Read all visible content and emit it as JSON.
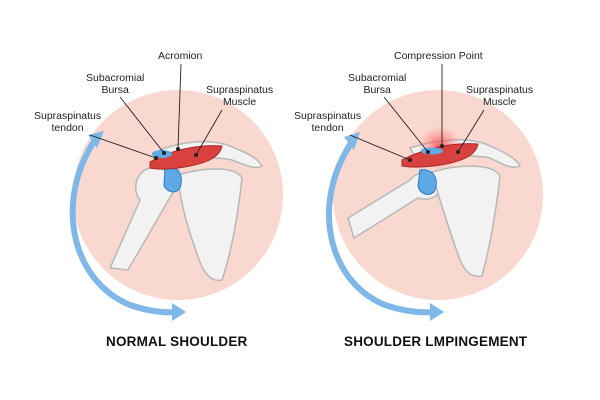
{
  "panels": [
    {
      "caption": "NORMAL SHOULDER",
      "labels": {
        "acromion": "Acromion",
        "bursa_line1": "Subacromial",
        "bursa_line2": "Bursa",
        "muscle_line1": "Supraspinatus",
        "muscle_line2": "Muscle",
        "tendon_line1": "Supraspinatus",
        "tendon_line2": "tendon"
      }
    },
    {
      "caption": "SHOULDER LMPINGEMENT",
      "labels": {
        "compression": "Compression Point",
        "bursa_line1": "Subacromial",
        "bursa_line2": "Bursa",
        "muscle_line1": "Supraspinatus",
        "muscle_line2": "Muscle",
        "tendon_line1": "Supraspinatus",
        "tendon_line2": "tendon"
      }
    }
  ],
  "colors": {
    "background_circle": "#f9d8cf",
    "bone_fill": "#f2f2f2",
    "bone_stroke": "#b8b8b8",
    "muscle": "#d9413f",
    "muscle_dark": "#a8272a",
    "bursa": "#5fa9e6",
    "arrow": "#7fb7e8",
    "compression_glow": "#ff3b3b"
  }
}
